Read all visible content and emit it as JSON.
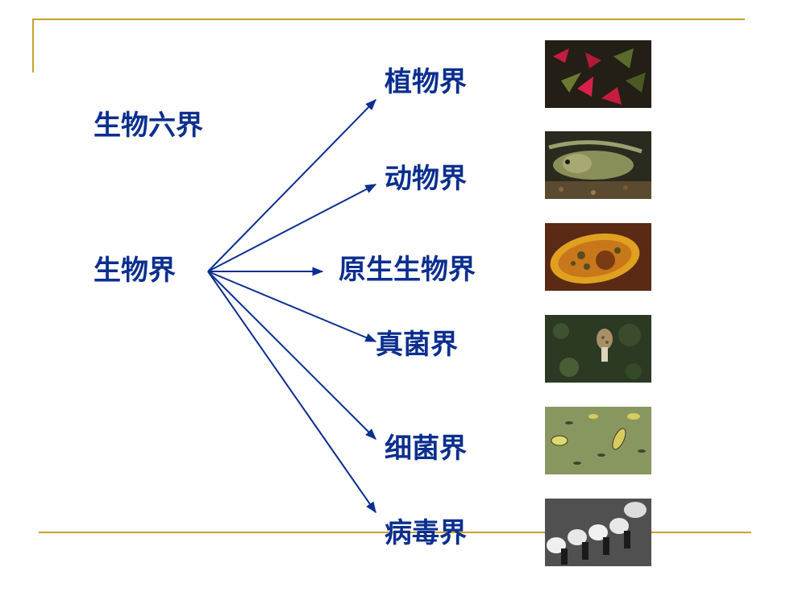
{
  "slide": {
    "title": "生物六界",
    "root": "生物界",
    "kingdoms": [
      {
        "label": "植物界",
        "image": "red-flower-photo"
      },
      {
        "label": "动物界",
        "image": "fish-photo"
      },
      {
        "label": "原生生物界",
        "image": "protozoa-photo"
      },
      {
        "label": "真菌界",
        "image": "mushroom-photo"
      },
      {
        "label": "细菌界",
        "image": "bacteria-photo"
      },
      {
        "label": "病毒界",
        "image": "virus-photo"
      }
    ]
  },
  "colors": {
    "text": "#0b2f8f",
    "arrow": "#0b2f8f",
    "accent_line": "#c9a227"
  }
}
